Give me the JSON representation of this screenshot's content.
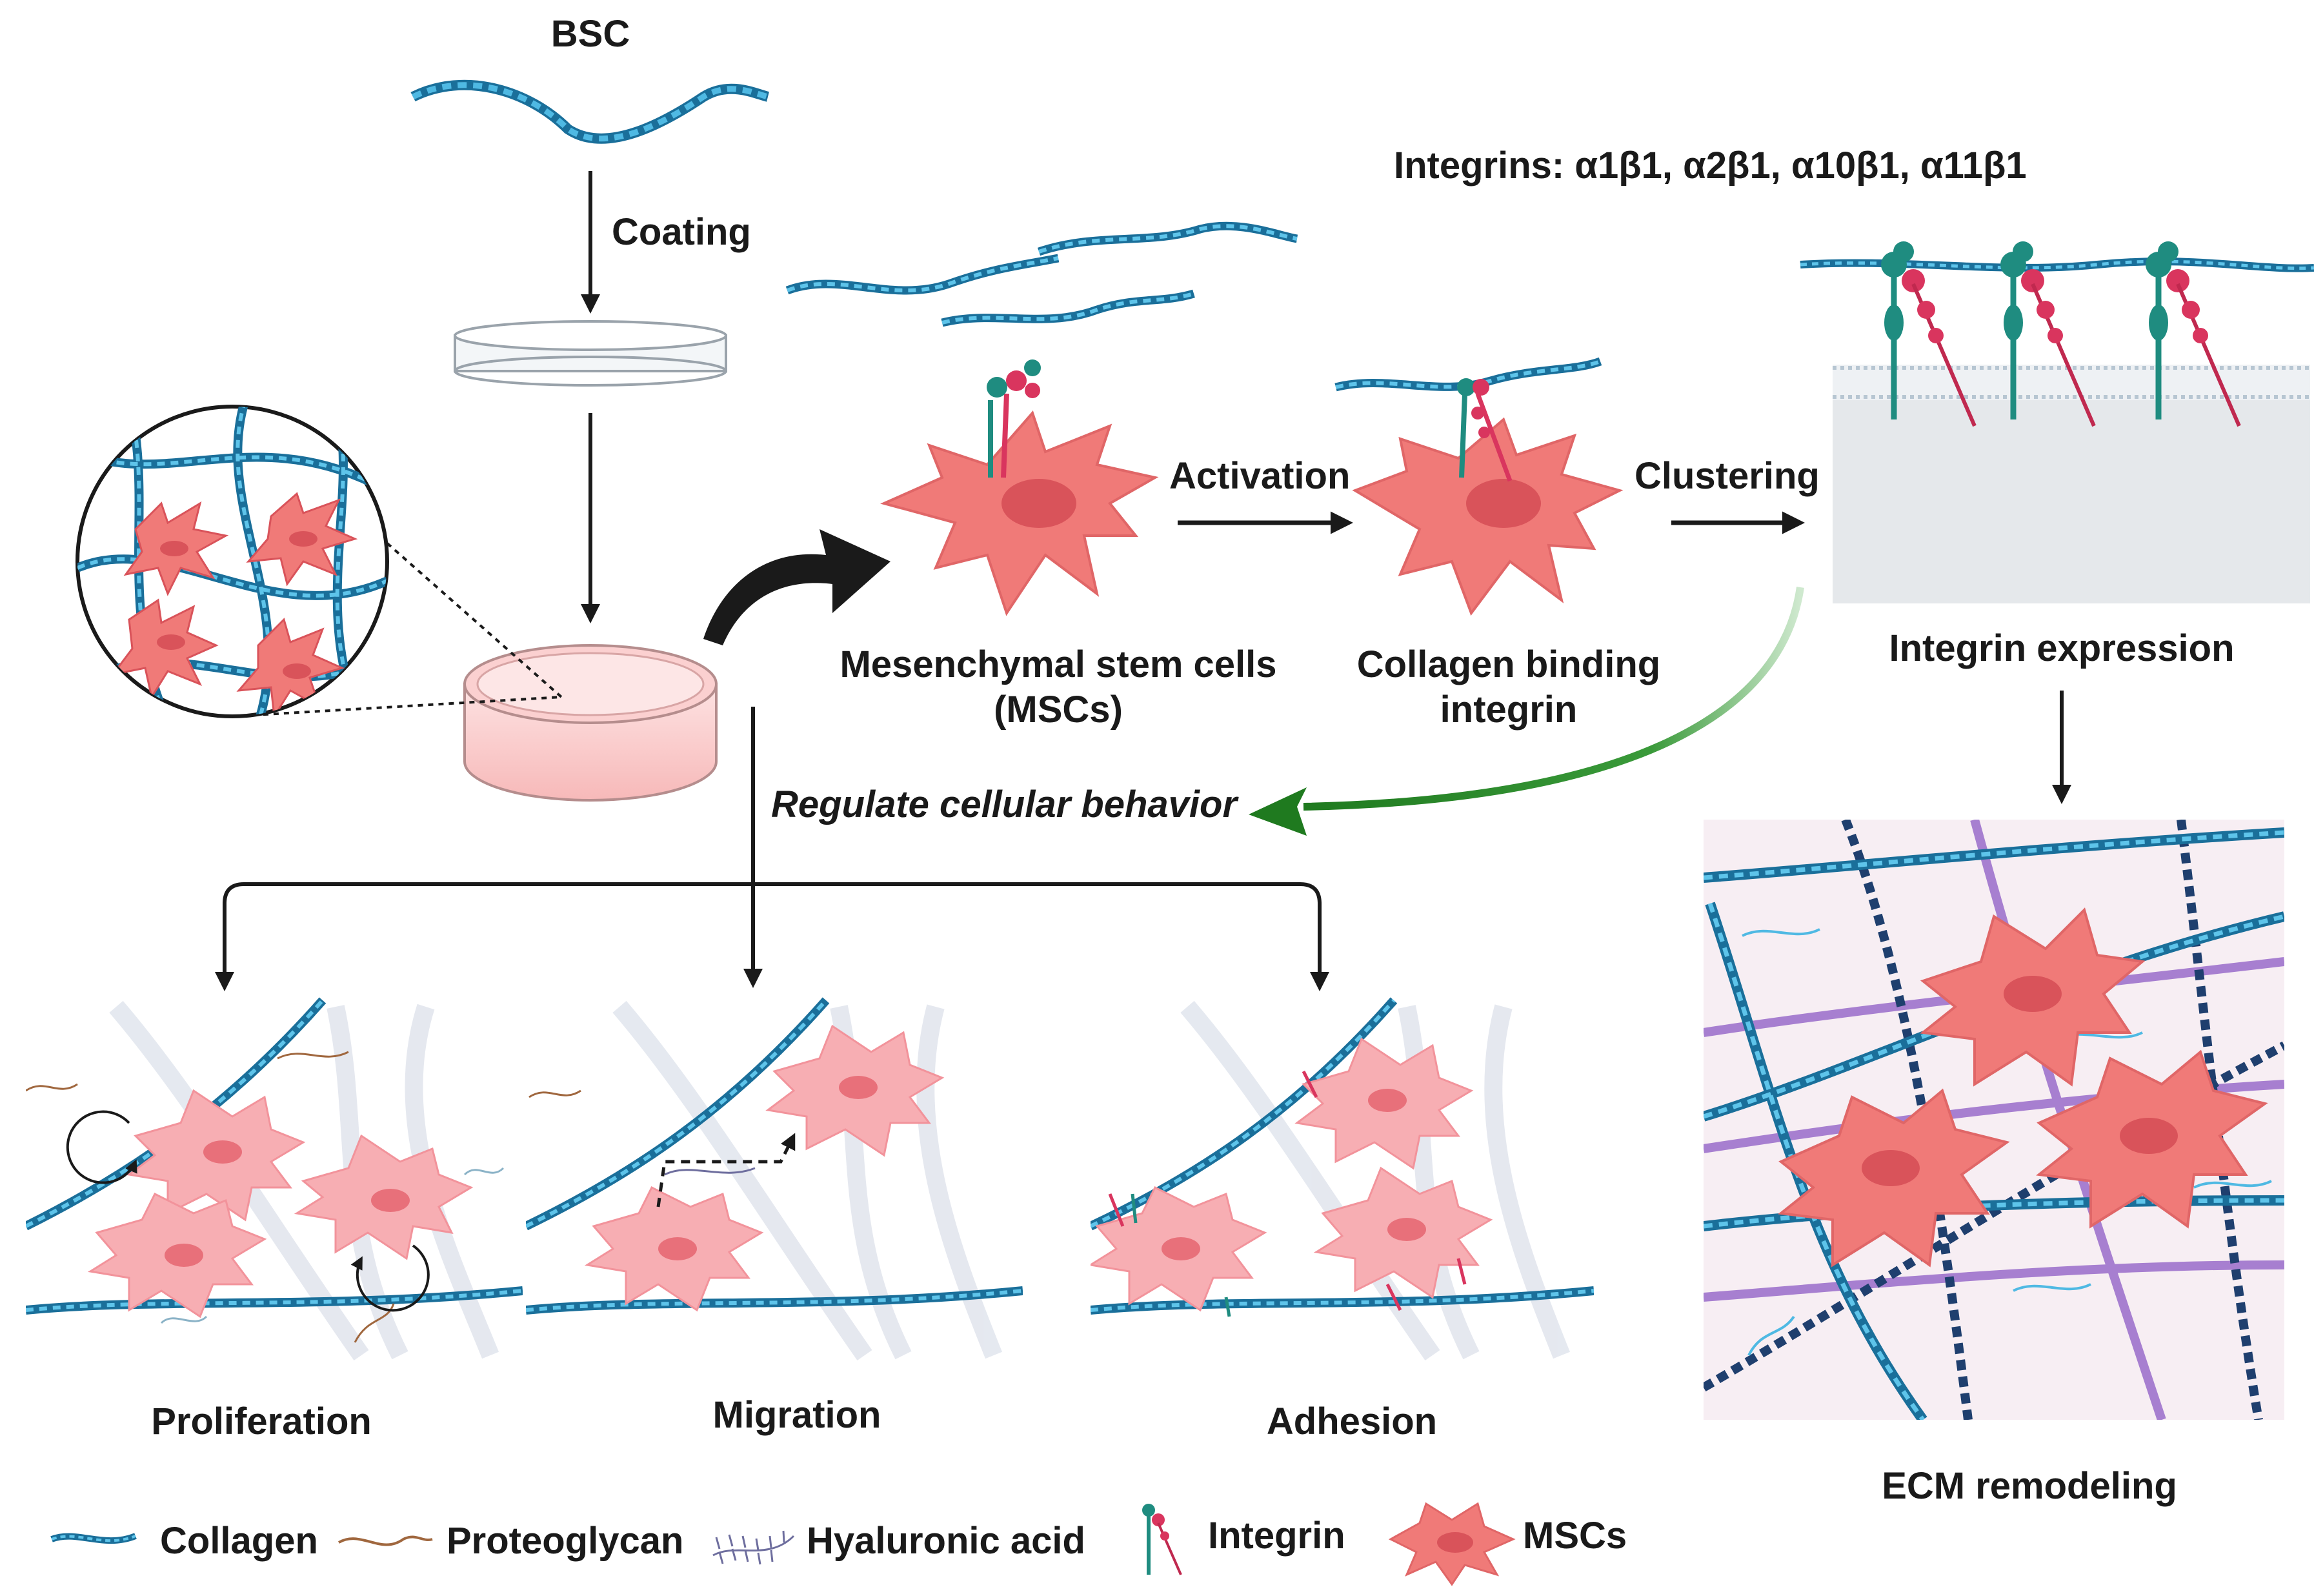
{
  "labels": {
    "bsc": "BSC",
    "coating": "Coating",
    "integrins_list": "Integrins: α1β1, α2β1, α10β1, α11β1",
    "activation": "Activation",
    "clustering": "Clustering",
    "mscs_line1": "Mesenchymal stem cells",
    "mscs_line2": "(MSCs)",
    "binding_line1": "Collagen binding",
    "binding_line2": "integrin",
    "integrin_expression": "Integrin expression",
    "regulate": "Regulate cellular behavior",
    "proliferation": "Proliferation",
    "migration": "Migration",
    "adhesion": "Adhesion",
    "ecm_remodeling": "ECM remodeling"
  },
  "legend": [
    {
      "label": "Collagen",
      "icon": "collagen-icon"
    },
    {
      "label": "Proteoglycan",
      "icon": "proteoglycan-icon"
    },
    {
      "label": "Hyaluronic acid",
      "icon": "hyaluronic-acid-icon"
    },
    {
      "label": "Integrin",
      "icon": "integrin-icon"
    },
    {
      "label": "MSCs",
      "icon": "msc-icon"
    }
  ],
  "colors": {
    "collagen": "#2a9fd0",
    "collagen_dark": "#1a6f9a",
    "cell": "#f07a78",
    "cell_light": "#f7aeb3",
    "nucleus": "#d9535a",
    "integrin_teal": "#1f8c80",
    "integrin_pink": "#d9355e",
    "green_arrow": "#2e8b2e",
    "purple_fiber": "#a77fd0",
    "navy_fiber": "#1f3f6e",
    "membrane": "#e7e9ec"
  }
}
